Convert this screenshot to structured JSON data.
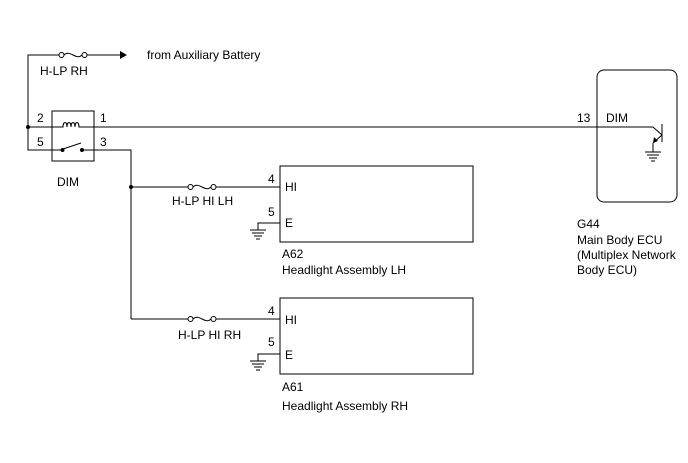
{
  "diagram": {
    "fuse_hlp_rh": "H-LP RH",
    "from_aux_battery": "from Auxiliary Battery",
    "dim_relay": {
      "label": "DIM",
      "pin2": "2",
      "pin1": "1",
      "pin5": "5",
      "pin3": "3"
    },
    "fuse_hlp_hi_lh": "H-LP HI LH",
    "fuse_hlp_hi_rh": "H-LP HI RH",
    "headlight_lh": {
      "code": "A62",
      "name": "Headlight Assembly LH",
      "pin_hi_num": "4",
      "pin_hi": "HI",
      "pin_e_num": "5",
      "pin_e": "E"
    },
    "headlight_rh": {
      "code": "A61",
      "name": "Headlight Assembly RH",
      "pin_hi_num": "4",
      "pin_hi": "HI",
      "pin_e_num": "5",
      "pin_e": "E"
    },
    "ecu": {
      "code": "G44",
      "line1": "Main Body ECU",
      "line2": "(Multiplex Network",
      "line3": "Body ECU)",
      "pin_num": "13",
      "pin_name": "DIM"
    }
  }
}
